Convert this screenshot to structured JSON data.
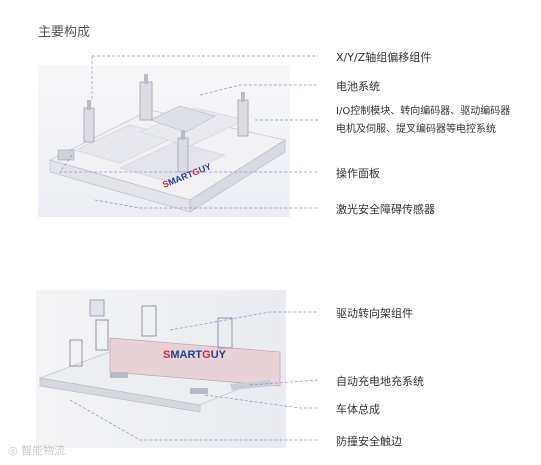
{
  "section_title": "主要构成",
  "top_labels": [
    "X/Y/Z轴组偏移组件",
    "电池系统",
    "I/O控制模块、转向编码器、驱动编码器",
    "电机及伺服、提叉编码器等电控系统",
    "操作面板",
    "激光安全障碍传感器"
  ],
  "bottom_labels": [
    "驱动转向架组件",
    "自动充电地充系统",
    "车体总成",
    "防撞安全触边"
  ],
  "brand_logo_text": "SMARTGUY",
  "watermark": "智能物流",
  "colors": {
    "leader_line": "#8a8fd0",
    "logo_red": "#d9262c",
    "logo_blue": "#1f3f9a",
    "panel_pink": "#e8d2d8"
  }
}
